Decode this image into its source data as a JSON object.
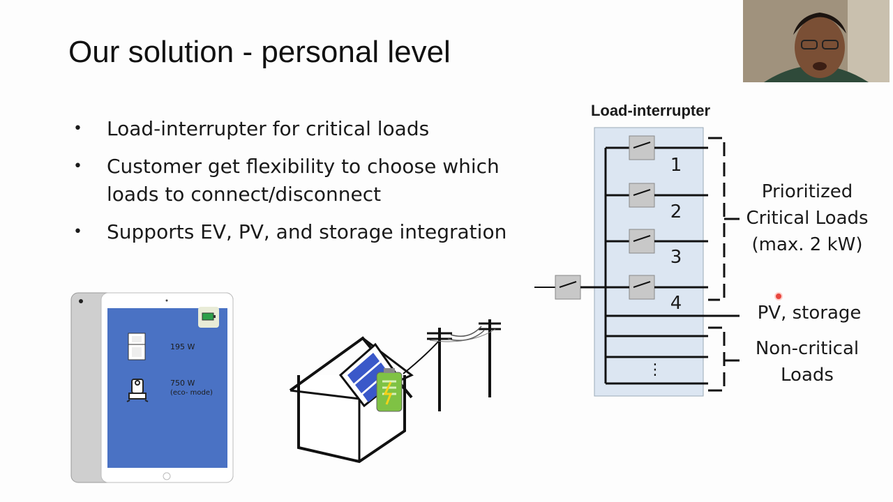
{
  "slide": {
    "title": "Our solution - personal level",
    "bullets": [
      {
        "symbol": "•",
        "text": "Load-interrupter for critical loads"
      },
      {
        "symbol": "•",
        "text": "Customer get flexibility to choose which loads to connect/disconnect"
      },
      {
        "symbol": "•",
        "text": "Supports EV, PV, and storage integration"
      }
    ]
  },
  "diagram": {
    "heading": "Load-interrupter",
    "switch_numbers": [
      "1",
      "2",
      "3",
      "4"
    ],
    "critical_label": [
      "Prioritized",
      "Critical Loads",
      "(max. 2 kW)"
    ],
    "pv_label": "PV, storage",
    "noncritical_label": [
      "Non-critical",
      "Loads"
    ],
    "ellipsis": "⋮"
  },
  "tablet": {
    "fridge_power": "195 W",
    "heater_power": "750 W",
    "heater_mode": "(eco- mode)"
  },
  "colors": {
    "box_fill": "#dce6f2",
    "tablet_screen": "#4a72c4",
    "cursor": "#e8463e"
  },
  "icons": [
    "fridge-icon",
    "water-heater-icon",
    "battery-icon",
    "solar-panel-icon",
    "power-pole-icon"
  ]
}
